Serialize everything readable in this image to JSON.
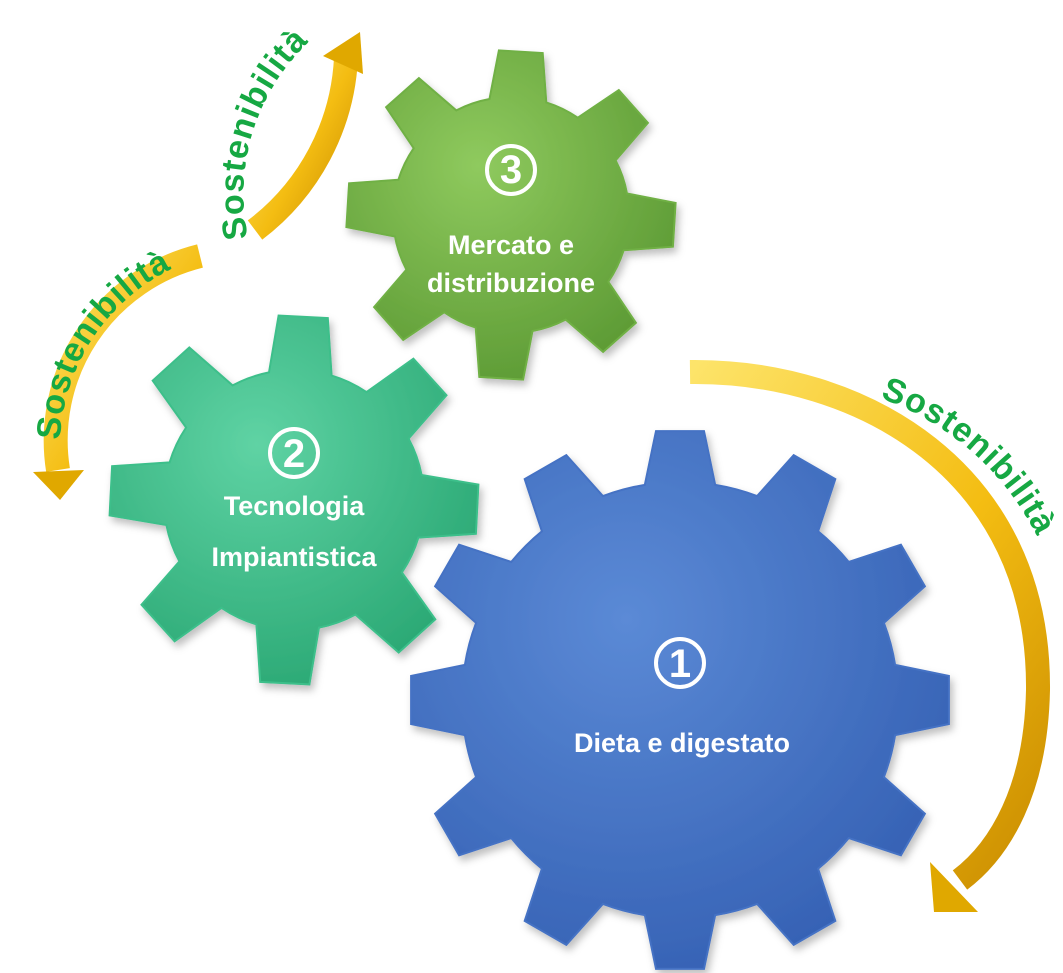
{
  "gears": [
    {
      "id": "gear-3",
      "number": "3",
      "lines": [
        "Mercato e",
        "distribuzione"
      ],
      "color": "#6fb044",
      "teeth": 8
    },
    {
      "id": "gear-2",
      "number": "2",
      "lines": [
        "Tecnologia",
        "Impiantistica"
      ],
      "color": "#3cbf8a",
      "teeth": 8
    },
    {
      "id": "gear-1",
      "number": "1",
      "lines": [
        "Dieta e digestato"
      ],
      "color": "#4472c4",
      "teeth": 12
    }
  ],
  "arc_label": "Sostenibilità",
  "arc_color": "#f2b705"
}
